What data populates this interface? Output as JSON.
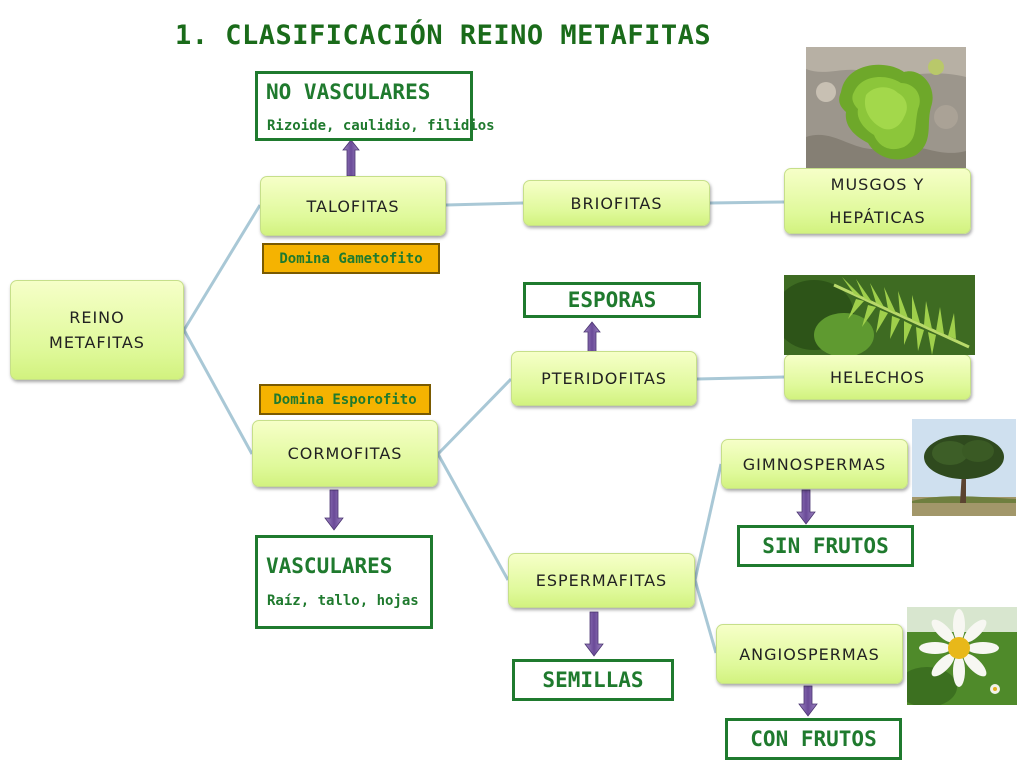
{
  "title": "1. CLASIFICACIÓN REINO METAFITAS",
  "nodes": {
    "reino": "REINO\nMETAFITAS",
    "talofitas": "TALOFITAS",
    "cormofitas": "CORMOFITAS",
    "briofitas": "BRIOFITAS",
    "musgos": "MUSGOS Y\nHEPÁTICAS",
    "pteridofitas": "PTERIDOFITAS",
    "helechos": "HELECHOS",
    "espermafitas": "ESPERMAFITAS",
    "gimnospermas": "GIMNOSPERMAS",
    "angiospermas": "ANGIOSPERMAS"
  },
  "labels": {
    "no_vasculares": {
      "title": "NO VASCULARES",
      "sub": "Rizoide, caulidio, filidios"
    },
    "vasculares": {
      "title": "VASCULARES",
      "sub": "Raíz, tallo, hojas"
    },
    "esporas": "ESPORAS",
    "semillas": "SEMILLAS",
    "sin_frutos": "SIN FRUTOS",
    "con_frutos": "CON FRUTOS",
    "domina_gametofito": "Domina Gametofito",
    "domina_esporofito": "Domina Esporofito"
  },
  "colors": {
    "node_fill": "#dff99a",
    "frame_border": "#1f7a2e",
    "label_text": "#1f7a2e",
    "highlight_fill": "#f5b301",
    "connector": "#a9c8d6",
    "arrow": "#7b5aa6"
  },
  "images": [
    "moss-photo",
    "fern-photo",
    "pine-tree-photo",
    "daisy-photo"
  ]
}
